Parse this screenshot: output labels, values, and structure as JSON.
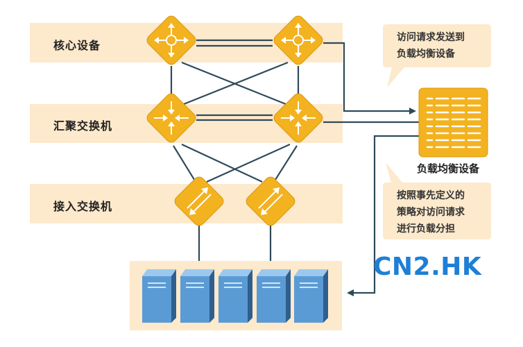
{
  "layers": {
    "core": "核心设备",
    "aggregation": "汇聚交换机",
    "access": "接入交换机"
  },
  "callouts": {
    "top": [
      "访问请求发送到",
      "负载均衡设备"
    ],
    "bottom": [
      "按照事先定义的",
      "策略对访问请求",
      "进行负载分担"
    ]
  },
  "load_balancer_label": "负载均衡设备",
  "watermark": "CN2.HK",
  "colors": {
    "band": "#fde9cc",
    "device": "#f3b21f",
    "device_edge": "#d99a10",
    "link": "#2e4a5a",
    "server": "#5b9bd5",
    "watermark": "#1e7fd6"
  }
}
